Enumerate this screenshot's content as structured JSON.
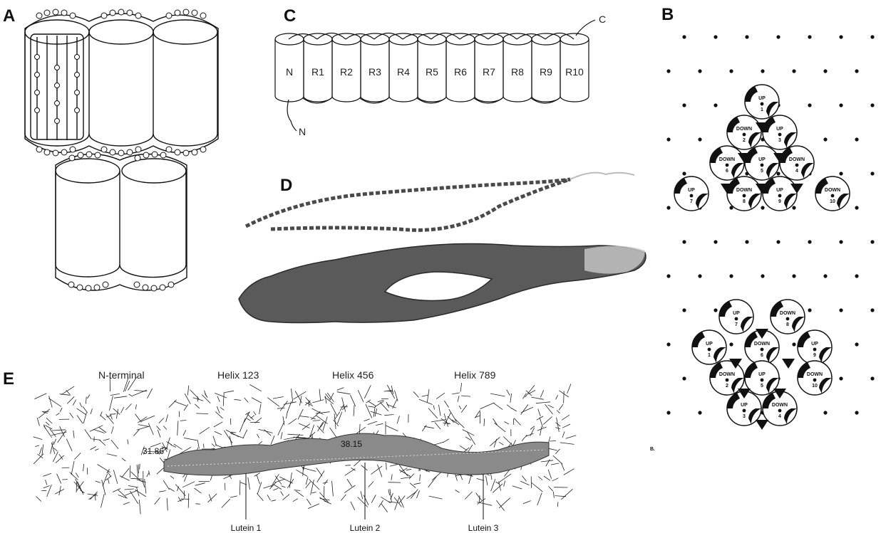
{
  "panels": {
    "a": {
      "label": "A"
    },
    "b": {
      "label": "B",
      "caption": "B.",
      "wheels_top": [
        {
          "dir": "UP",
          "num": "1"
        },
        {
          "dir": "DOWN",
          "num": "2"
        },
        {
          "dir": "UP",
          "num": "3"
        },
        {
          "dir": "DOWN",
          "num": "6"
        },
        {
          "dir": "UP",
          "num": "5"
        },
        {
          "dir": "DOWN",
          "num": "4"
        },
        {
          "dir": "UP",
          "num": "7"
        },
        {
          "dir": "DOWN",
          "num": "8"
        },
        {
          "dir": "UP",
          "num": "9"
        },
        {
          "dir": "DOWN",
          "num": "10"
        }
      ],
      "wheels_bottom": [
        {
          "dir": "UP",
          "num": "7"
        },
        {
          "dir": "DOWN",
          "num": "8"
        },
        {
          "dir": "UP",
          "num": "1"
        },
        {
          "dir": "DOWN",
          "num": "6"
        },
        {
          "dir": "UP",
          "num": "9"
        },
        {
          "dir": "DOWN",
          "num": "2"
        },
        {
          "dir": "UP",
          "num": "5"
        },
        {
          "dir": "DOWN",
          "num": "10"
        },
        {
          "dir": "UP",
          "num": "3"
        },
        {
          "dir": "DOWN",
          "num": "4"
        }
      ]
    },
    "c": {
      "label": "C",
      "c_term": "C",
      "n_term": "N",
      "segments": [
        "N",
        "R1",
        "R2",
        "R3",
        "R4",
        "R5",
        "R6",
        "R7",
        "R8",
        "R9",
        "R10"
      ]
    },
    "d": {
      "label": "D"
    },
    "e": {
      "label": "E",
      "top_labels": [
        "N-terminal",
        "Helix 123",
        "Helix 456",
        "Helix 789"
      ],
      "bottom_labels": [
        "Lutein 1",
        "Lutein 2",
        "Lutein 3"
      ],
      "measure_left": "31.86",
      "measure_mid": "38.15"
    }
  },
  "colors": {
    "ink": "#111111",
    "ribbon": "#4a4a4a",
    "surface": "#5a5a5a",
    "hatch": "#555555"
  }
}
